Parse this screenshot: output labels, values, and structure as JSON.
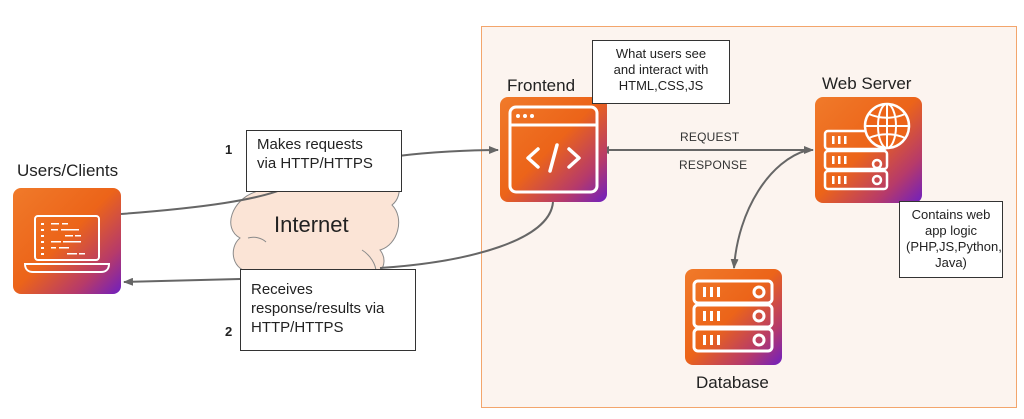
{
  "diagram": {
    "nodes": {
      "clients": {
        "label": "Users/Clients",
        "icon": "laptop-code-icon"
      },
      "internet": {
        "label": "Internet",
        "icon": "cloud-icon"
      },
      "frontend": {
        "label": "Frontend",
        "icon": "browser-code-icon"
      },
      "webserver": {
        "label": "Web Server",
        "icon": "server-globe-icon"
      },
      "database": {
        "label": "Database",
        "icon": "server-rack-icon"
      }
    },
    "notes": {
      "request": {
        "step": "1",
        "lines": [
          "Makes requests",
          "via HTTP/HTTPS"
        ]
      },
      "response": {
        "step": "2",
        "lines": [
          "Receives",
          "response/results via",
          "HTTP/HTTPS"
        ]
      },
      "frontend": {
        "lines": [
          "What users see",
          "and interact with",
          "HTML,CSS,JS"
        ]
      },
      "webserver": {
        "lines": [
          "Contains web",
          "app logic",
          "(PHP,JS,Python,",
          "Java)"
        ]
      }
    },
    "edges": {
      "request_label": "REQUEST",
      "response_label": "RESPONSE"
    },
    "colors": {
      "tile_start": "#f07a2a",
      "tile_mid": "#ec6419",
      "tile_end": "#6f1fc0",
      "container_fill": "#fcf4ef",
      "container_border": "#f3a56c",
      "cloud_fill": "#fbe4d6",
      "arrow": "#666666"
    }
  }
}
